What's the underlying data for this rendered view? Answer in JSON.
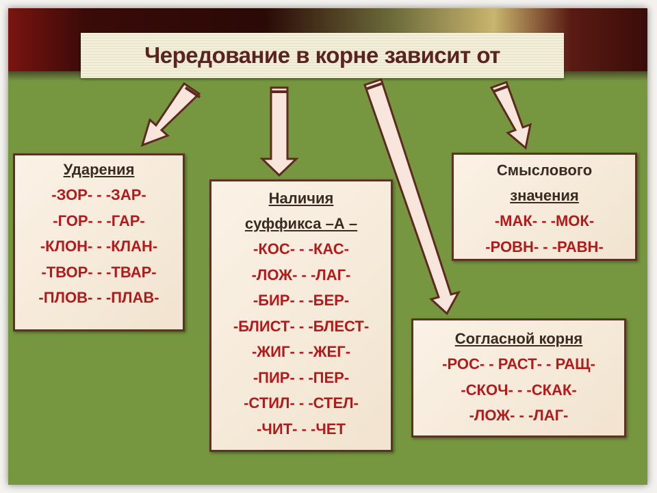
{
  "title": "Чередование в корне зависит от",
  "boxes": {
    "stress": {
      "heading": [
        "Ударения"
      ],
      "items": [
        "-ЗОР- - -ЗАР-",
        "-ГОР- - -ГАР-",
        "-КЛОН- - -КЛАН-",
        "-ТВОР- - -ТВАР-",
        "-ПЛОВ- - -ПЛАВ-"
      ]
    },
    "suffix": {
      "heading": [
        "Наличия",
        "суффикса –А –"
      ],
      "items": [
        "-КОС- - -КАС-",
        "-ЛОЖ- - -ЛАГ-",
        "-БИР- - -БЕР-",
        "-БЛИСТ- - -БЛЕСТ-",
        "-ЖИГ- - -ЖЕГ-",
        "-ПИР- - -ПЕР-",
        "-СТИЛ- - -СТЕЛ-",
        "-ЧИТ- - -ЧЕТ"
      ]
    },
    "meaning": {
      "heading": [
        "Смыслового",
        "значения"
      ],
      "items": [
        "-МАК- - -МОК-",
        "-РОВН- - -РАВН-"
      ]
    },
    "consonant": {
      "heading": [
        "Согласной корня"
      ],
      "items": [
        "-РОС- - РАСТ- - РАЩ-",
        "-СКОЧ- - -СКАК-",
        "-ЛОЖ- - -ЛАГ-"
      ]
    }
  },
  "colors": {
    "background": "#76963f",
    "item_text": "#b11b1b",
    "title_text": "#5b2222",
    "arrow_fill": "#f8e6dc",
    "arrow_stroke": "#5c2a1e"
  }
}
